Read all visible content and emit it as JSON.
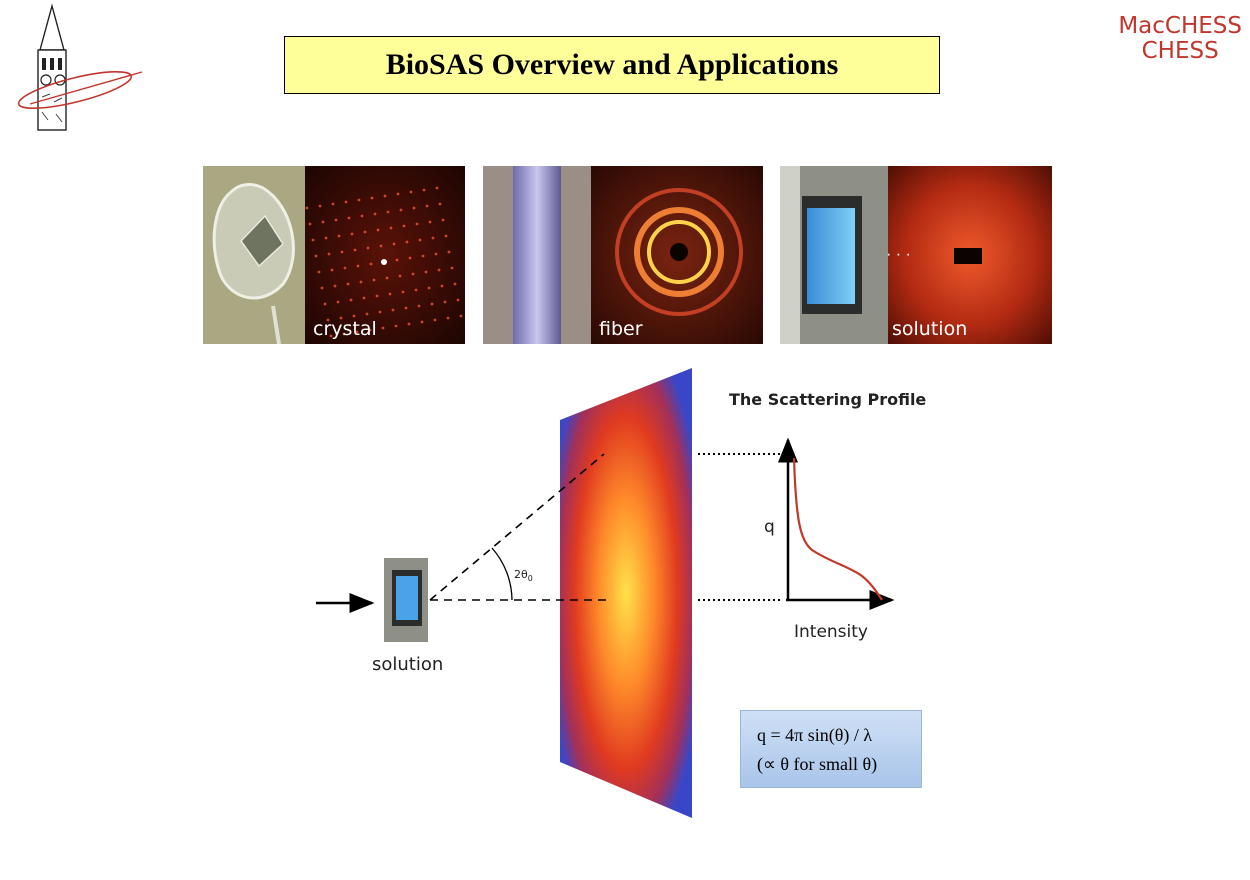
{
  "header": {
    "title": "BioSAS Overview and Applications",
    "org_line1": "MacCHESS",
    "org_line2": "CHESS"
  },
  "panels": {
    "crystal_label": "crystal",
    "fiber_label": "fiber",
    "solution_label": "solution",
    "ellipsis": "· · ·"
  },
  "diagram": {
    "profile_title": "The Scattering Profile",
    "y_axis_label": "q",
    "x_axis_label": "Intensity",
    "angle_label": "2θ",
    "angle_sub": "0",
    "sample_label": "solution"
  },
  "formula": {
    "line1": "q = 4π sin(θ) / λ",
    "line2": "(∝ θ for small θ)"
  },
  "colors": {
    "title_bg": "#ffff99",
    "org_text": "#c1362d",
    "curve": "#c0392b",
    "formula_bg": "#bcd3f0"
  }
}
